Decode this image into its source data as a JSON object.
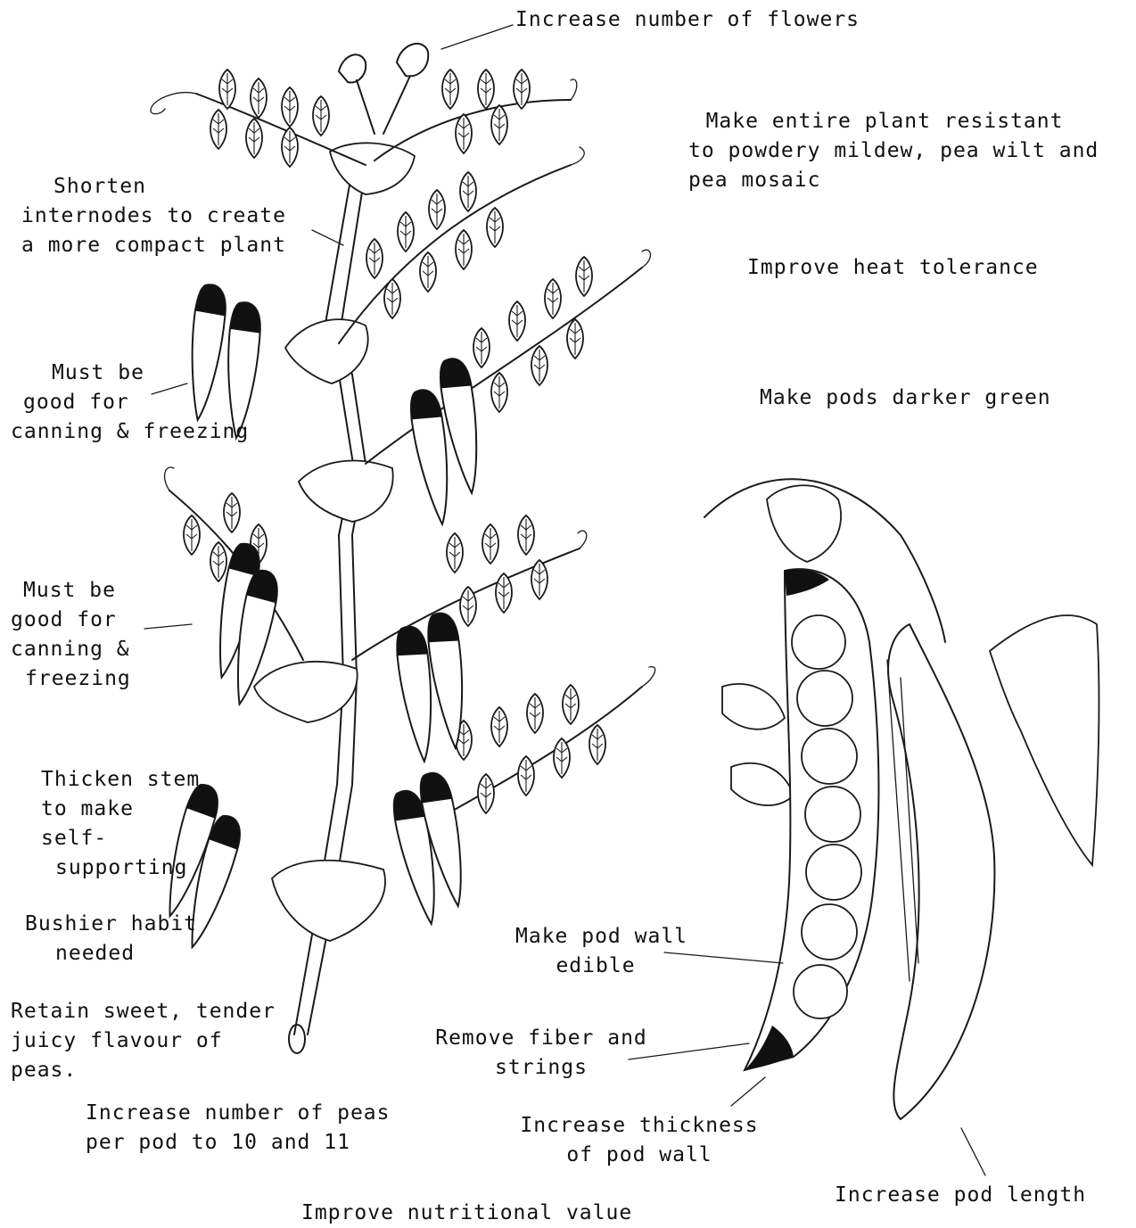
{
  "colors": {
    "ink": "#1a1a1a",
    "paper": "#ffffff"
  },
  "labels": {
    "flowers": [
      "Increase number of flowers"
    ],
    "resistance": [
      "Make entire plant resistant",
      "to powdery mildew, pea wilt and",
      "pea mosaic"
    ],
    "heat": [
      "Improve heat tolerance"
    ],
    "darker": [
      "Make pods darker green"
    ],
    "internodes": [
      "Shorten",
      "internodes to create",
      "a more compact plant"
    ],
    "canning1": [
      "Must be",
      "good for",
      "canning & freezing"
    ],
    "canning2": [
      "Must be",
      "good for",
      "canning &",
      "freezing"
    ],
    "stem": [
      "Thicken stem",
      "to make",
      "self-",
      "supporting"
    ],
    "bushier": [
      "Bushier habit",
      "needed"
    ],
    "flavour": [
      "Retain sweet, tender",
      "juicy flavour of",
      "peas."
    ],
    "peas": [
      "Increase number of peas",
      "per pod to 10 and 11"
    ],
    "nutrition": [
      "Improve nutritional value"
    ],
    "podwall": [
      "Make pod wall",
      "edible"
    ],
    "fiber": [
      "Remove fiber and",
      "strings"
    ],
    "thickness": [
      "Increase thickness",
      "of pod wall"
    ],
    "length": [
      "Increase pod length"
    ]
  }
}
